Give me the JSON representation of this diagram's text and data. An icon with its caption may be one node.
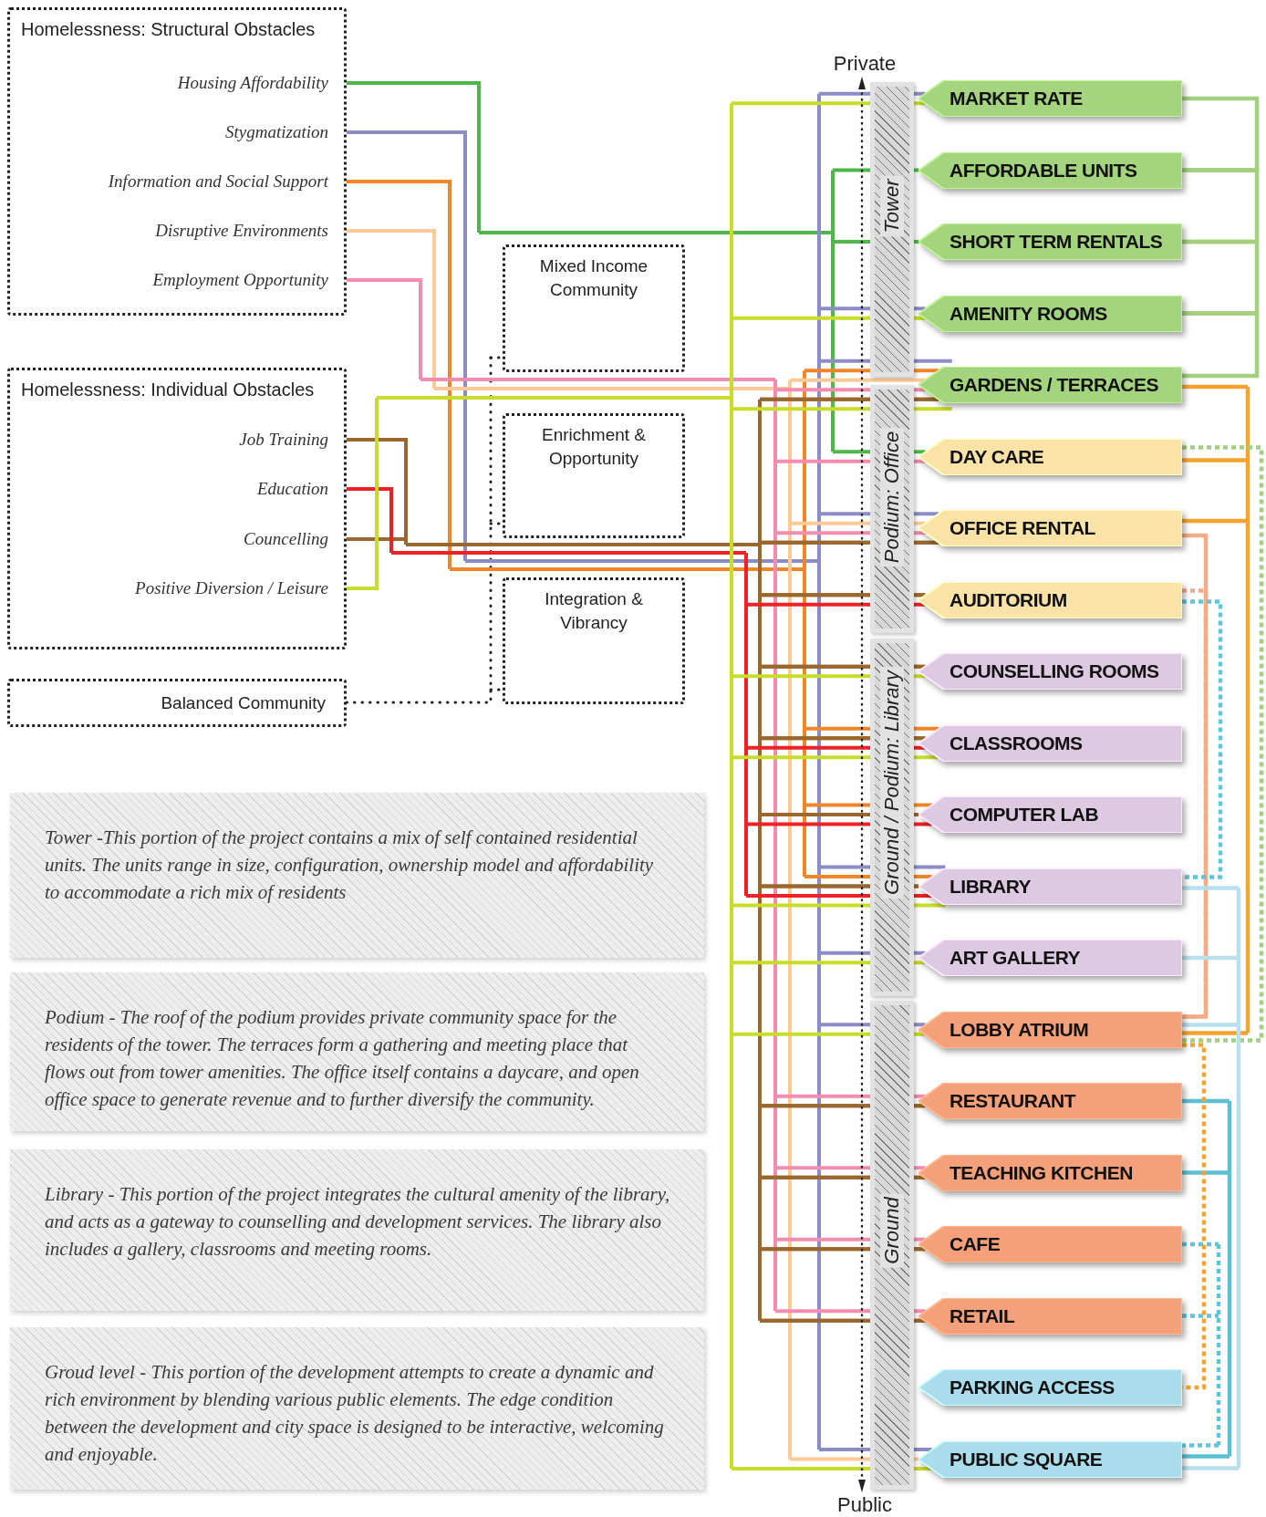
{
  "diagram": {
    "nodes": [
      {
        "text": [
          "Homelessness: Structural Obstacles"
        ]
      },
      {
        "text": [
          "Housing Affordability"
        ],
        "in": 0
      },
      {
        "text": [
          "Stygmatization"
        ],
        "in": 0
      },
      {
        "text": [
          "Information and Social Support"
        ],
        "in": 0
      },
      {
        "text": [
          "Disruptive Environments"
        ],
        "in": 0
      },
      {
        "text": [
          "Employment Opportunity"
        ],
        "in": 0
      },
      {
        "text": [
          "Homelessness: Individual Obstacles"
        ]
      },
      {
        "text": [
          "Job Training"
        ],
        "in": 6
      },
      {
        "text": [
          "Education"
        ],
        "in": 6
      },
      {
        "text": [
          "Councelling"
        ],
        "in": 6
      },
      {
        "text": [
          "Positive Diversion / Leisure"
        ],
        "in": 6
      },
      {
        "text": [
          "Balanced Community"
        ]
      },
      {
        "text": [
          "Mixed Income Community"
        ]
      },
      {
        "text": [
          "Enrichment & Opportunity"
        ]
      },
      {
        "text": [
          "Integration & Vibrancy"
        ]
      },
      {
        "text": [
          "MARKET RATE"
        ]
      },
      {
        "text": [
          "AFFORDABLE UNITS"
        ]
      },
      {
        "text": [
          "SHORT TERM RENTALS"
        ]
      },
      {
        "text": [
          "AMENITY ROOMS"
        ]
      },
      {
        "text": [
          "GARDENS / TERRACES"
        ]
      },
      {
        "text": [
          "DAY CARE"
        ]
      },
      {
        "text": [
          "OFFICE RENTAL"
        ]
      },
      {
        "text": [
          "AUDITORIUM"
        ]
      },
      {
        "text": [
          "COUNSELLING ROOMS"
        ]
      },
      {
        "text": [
          "CLASSROOMS"
        ]
      },
      {
        "text": [
          "COMPUTER LAB"
        ]
      },
      {
        "text": [
          "LIBRARY"
        ]
      },
      {
        "text": [
          "ART GALLERY"
        ]
      },
      {
        "text": [
          "LOBBY ATRIUM"
        ]
      },
      {
        "text": [
          "RESTAURANT"
        ]
      },
      {
        "text": [
          "TEACHING KITCHEN"
        ]
      },
      {
        "text": [
          "CAFE"
        ]
      },
      {
        "text": [
          "RETAIL"
        ]
      },
      {
        "text": [
          "PARKING ACCESS"
        ]
      },
      {
        "text": [
          "PUBLIC SQUARE"
        ]
      }
    ],
    "edges": [
      {
        "from": 11,
        "to": 12,
        "arrow": "none",
        "style": "dashed",
        "color": "#222222"
      },
      {
        "from": 11,
        "to": 13,
        "arrow": "none",
        "style": "dashed",
        "color": "#222222"
      },
      {
        "from": 11,
        "to": 14,
        "arrow": "none",
        "style": "dashed",
        "color": "#222222"
      },
      {
        "from": 1,
        "to": 16,
        "arrow": "none",
        "color": "#4db848"
      },
      {
        "from": 1,
        "to": 17,
        "arrow": "none",
        "color": "#4db848"
      },
      {
        "from": 1,
        "to": 20,
        "arrow": "none",
        "color": "#4db848"
      },
      {
        "from": 2,
        "to": 15,
        "arrow": "none",
        "color": "#8c8cc6"
      },
      {
        "from": 2,
        "to": 18,
        "arrow": "none",
        "color": "#8c8cc6"
      },
      {
        "from": 2,
        "to": 19,
        "arrow": "none",
        "color": "#8c8cc6"
      },
      {
        "from": 2,
        "to": 21,
        "arrow": "none",
        "color": "#8c8cc6"
      },
      {
        "from": 2,
        "to": 26,
        "arrow": "none",
        "color": "#8c8cc6"
      },
      {
        "from": 2,
        "to": 27,
        "arrow": "none",
        "color": "#8c8cc6"
      },
      {
        "from": 2,
        "to": 28,
        "arrow": "none",
        "color": "#8c8cc6"
      },
      {
        "from": 2,
        "to": 34,
        "arrow": "none",
        "color": "#8c8cc6"
      },
      {
        "from": 3,
        "to": 19,
        "arrow": "none",
        "color": "#f0862a"
      },
      {
        "from": 3,
        "to": 24,
        "arrow": "none",
        "color": "#f0862a"
      },
      {
        "from": 3,
        "to": 25,
        "arrow": "none",
        "color": "#f0862a"
      },
      {
        "from": 3,
        "to": 26,
        "arrow": "none",
        "color": "#f0862a"
      },
      {
        "from": 4,
        "to": 19,
        "arrow": "none",
        "color": "#fdca97"
      },
      {
        "from": 4,
        "to": 21,
        "arrow": "none",
        "color": "#fdca97"
      },
      {
        "from": 4,
        "to": 34,
        "arrow": "none",
        "color": "#fdca97"
      },
      {
        "from": 5,
        "to": 19,
        "arrow": "none",
        "color": "#f28cb1"
      },
      {
        "from": 5,
        "to": 20,
        "arrow": "none",
        "color": "#f28cb1"
      },
      {
        "from": 5,
        "to": 21,
        "arrow": "none",
        "color": "#f28cb1"
      },
      {
        "from": 5,
        "to": 29,
        "arrow": "none",
        "color": "#f28cb1"
      },
      {
        "from": 5,
        "to": 30,
        "arrow": "none",
        "color": "#f28cb1"
      },
      {
        "from": 5,
        "to": 31,
        "arrow": "none",
        "color": "#f28cb1"
      },
      {
        "from": 5,
        "to": 32,
        "arrow": "none",
        "color": "#f28cb1"
      },
      {
        "from": 7,
        "to": 19,
        "arrow": "none",
        "color": "#9a682c"
      },
      {
        "from": 7,
        "to": 21,
        "arrow": "none",
        "color": "#9a682c"
      },
      {
        "from": 7,
        "to": 22,
        "arrow": "none",
        "color": "#9a682c"
      },
      {
        "from": 7,
        "to": 23,
        "arrow": "none",
        "color": "#9a682c"
      },
      {
        "from": 7,
        "to": 24,
        "arrow": "none",
        "color": "#9a682c"
      },
      {
        "from": 7,
        "to": 25,
        "arrow": "none",
        "color": "#9a682c"
      },
      {
        "from": 7,
        "to": 26,
        "arrow": "none",
        "color": "#9a682c"
      },
      {
        "from": 7,
        "to": 29,
        "arrow": "none",
        "color": "#9a682c"
      },
      {
        "from": 7,
        "to": 30,
        "arrow": "none",
        "color": "#9a682c"
      },
      {
        "from": 7,
        "to": 31,
        "arrow": "none",
        "color": "#9a682c"
      },
      {
        "from": 7,
        "to": 32,
        "arrow": "none",
        "color": "#9a682c"
      },
      {
        "from": 9,
        "to": 19,
        "arrow": "none",
        "color": "#9a682c"
      },
      {
        "from": 9,
        "to": 21,
        "arrow": "none",
        "color": "#9a682c"
      },
      {
        "from": 9,
        "to": 22,
        "arrow": "none",
        "color": "#9a682c"
      },
      {
        "from": 9,
        "to": 23,
        "arrow": "none",
        "color": "#9a682c"
      },
      {
        "from": 9,
        "to": 24,
        "arrow": "none",
        "color": "#9a682c"
      },
      {
        "from": 9,
        "to": 25,
        "arrow": "none",
        "color": "#9a682c"
      },
      {
        "from": 9,
        "to": 26,
        "arrow": "none",
        "color": "#9a682c"
      },
      {
        "from": 9,
        "to": 29,
        "arrow": "none",
        "color": "#9a682c"
      },
      {
        "from": 9,
        "to": 30,
        "arrow": "none",
        "color": "#9a682c"
      },
      {
        "from": 9,
        "to": 31,
        "arrow": "none",
        "color": "#9a682c"
      },
      {
        "from": 9,
        "to": 32,
        "arrow": "none",
        "color": "#9a682c"
      },
      {
        "from": 8,
        "to": 22,
        "arrow": "none",
        "color": "#ec2227"
      },
      {
        "from": 8,
        "to": 24,
        "arrow": "none",
        "color": "#ec2227"
      },
      {
        "from": 8,
        "to": 25,
        "arrow": "none",
        "color": "#ec2227"
      },
      {
        "from": 8,
        "to": 26,
        "arrow": "none",
        "color": "#ec2227"
      },
      {
        "from": 10,
        "to": 15,
        "arrow": "none",
        "color": "#c8dc2a"
      },
      {
        "from": 10,
        "to": 18,
        "arrow": "none",
        "color": "#c8dc2a"
      },
      {
        "from": 10,
        "to": 19,
        "arrow": "none",
        "color": "#c8dc2a"
      },
      {
        "from": 10,
        "to": 23,
        "arrow": "none",
        "color": "#c8dc2a"
      },
      {
        "from": 10,
        "to": 24,
        "arrow": "none",
        "color": "#c8dc2a"
      },
      {
        "from": 10,
        "to": 26,
        "arrow": "none",
        "color": "#c8dc2a"
      },
      {
        "from": 10,
        "to": 27,
        "arrow": "none",
        "color": "#c8dc2a"
      },
      {
        "from": 10,
        "to": 28,
        "arrow": "none",
        "color": "#c8dc2a"
      },
      {
        "from": 10,
        "to": 34,
        "arrow": "none",
        "color": "#c8dc2a"
      },
      {
        "from": 15,
        "to": 16,
        "arrow": "none",
        "color": "#a2d07e"
      },
      {
        "from": 16,
        "to": 17,
        "arrow": "none",
        "color": "#a2d07e"
      },
      {
        "from": 17,
        "to": 18,
        "arrow": "none",
        "color": "#a2d07e"
      },
      {
        "from": 18,
        "to": 19,
        "arrow": "none",
        "color": "#a2d07e"
      },
      {
        "from": 19,
        "to": 28,
        "arrow": "none",
        "color": "#f6a32e"
      },
      {
        "from": 20,
        "to": 28,
        "arrow": "none",
        "color": "#f6a32e"
      },
      {
        "from": 21,
        "to": 28,
        "arrow": "none",
        "color": "#f6a32e"
      },
      {
        "from": 20,
        "to": 28,
        "arrow": "none",
        "style": "dashed",
        "color": "#a2d07e"
      },
      {
        "from": 21,
        "to": 28,
        "arrow": "none",
        "color": "#f3ab88"
      },
      {
        "from": 22,
        "to": 28,
        "arrow": "none",
        "style": "dashed",
        "color": "#f3ab88"
      },
      {
        "from": 22,
        "to": 26,
        "arrow": "none",
        "style": "dashed",
        "color": "#5ec6d9"
      },
      {
        "from": 26,
        "to": 34,
        "arrow": "none",
        "color": "#b6e0ee"
      },
      {
        "from": 27,
        "to": 34,
        "arrow": "none",
        "color": "#b6e0ee"
      },
      {
        "from": 28,
        "to": 34,
        "arrow": "none",
        "color": "#b6e0ee"
      },
      {
        "from": 29,
        "to": 34,
        "arrow": "none",
        "color": "#5bc0d2"
      },
      {
        "from": 30,
        "to": 34,
        "arrow": "none",
        "color": "#5bc0d2"
      },
      {
        "from": 31,
        "to": 34,
        "arrow": "none",
        "style": "dashed",
        "color": "#5ec6d9"
      },
      {
        "from": 32,
        "to": 34,
        "arrow": "none",
        "style": "dashed",
        "color": "#5ec6d9"
      },
      {
        "from": 28,
        "to": 33,
        "arrow": "none",
        "style": "dashed",
        "color": "#f6a32e"
      }
    ],
    "labels": [
      "Private",
      "Tower",
      "Podium: Office",
      "Ground / Podium: Library",
      "Ground",
      "Public",
      "Tower -This portion of the project contains a mix of self contained residential units. The units range in size, configuration, ownership model and affordability to accommodate a rich mix of residents",
      "Podium - The roof of the podium provides private community space for the residents of the tower. The terraces form a gathering and meeting place that flows out from tower amenities. The office itself contains a daycare, and open office space to generate revenue and to further diversify the community.",
      "Library - This portion of the project integrates the cultural amenity of the library, and acts as a gateway to counselling and development services. The library also includes a gallery, classrooms and meeting rooms.",
      "Groud level - This portion of the development attempts to create a dynamic and rich environment by blending various public elements. The edge condition between the development and city space is designed to be interactive, welcoming and enjoyable."
    ]
  }
}
